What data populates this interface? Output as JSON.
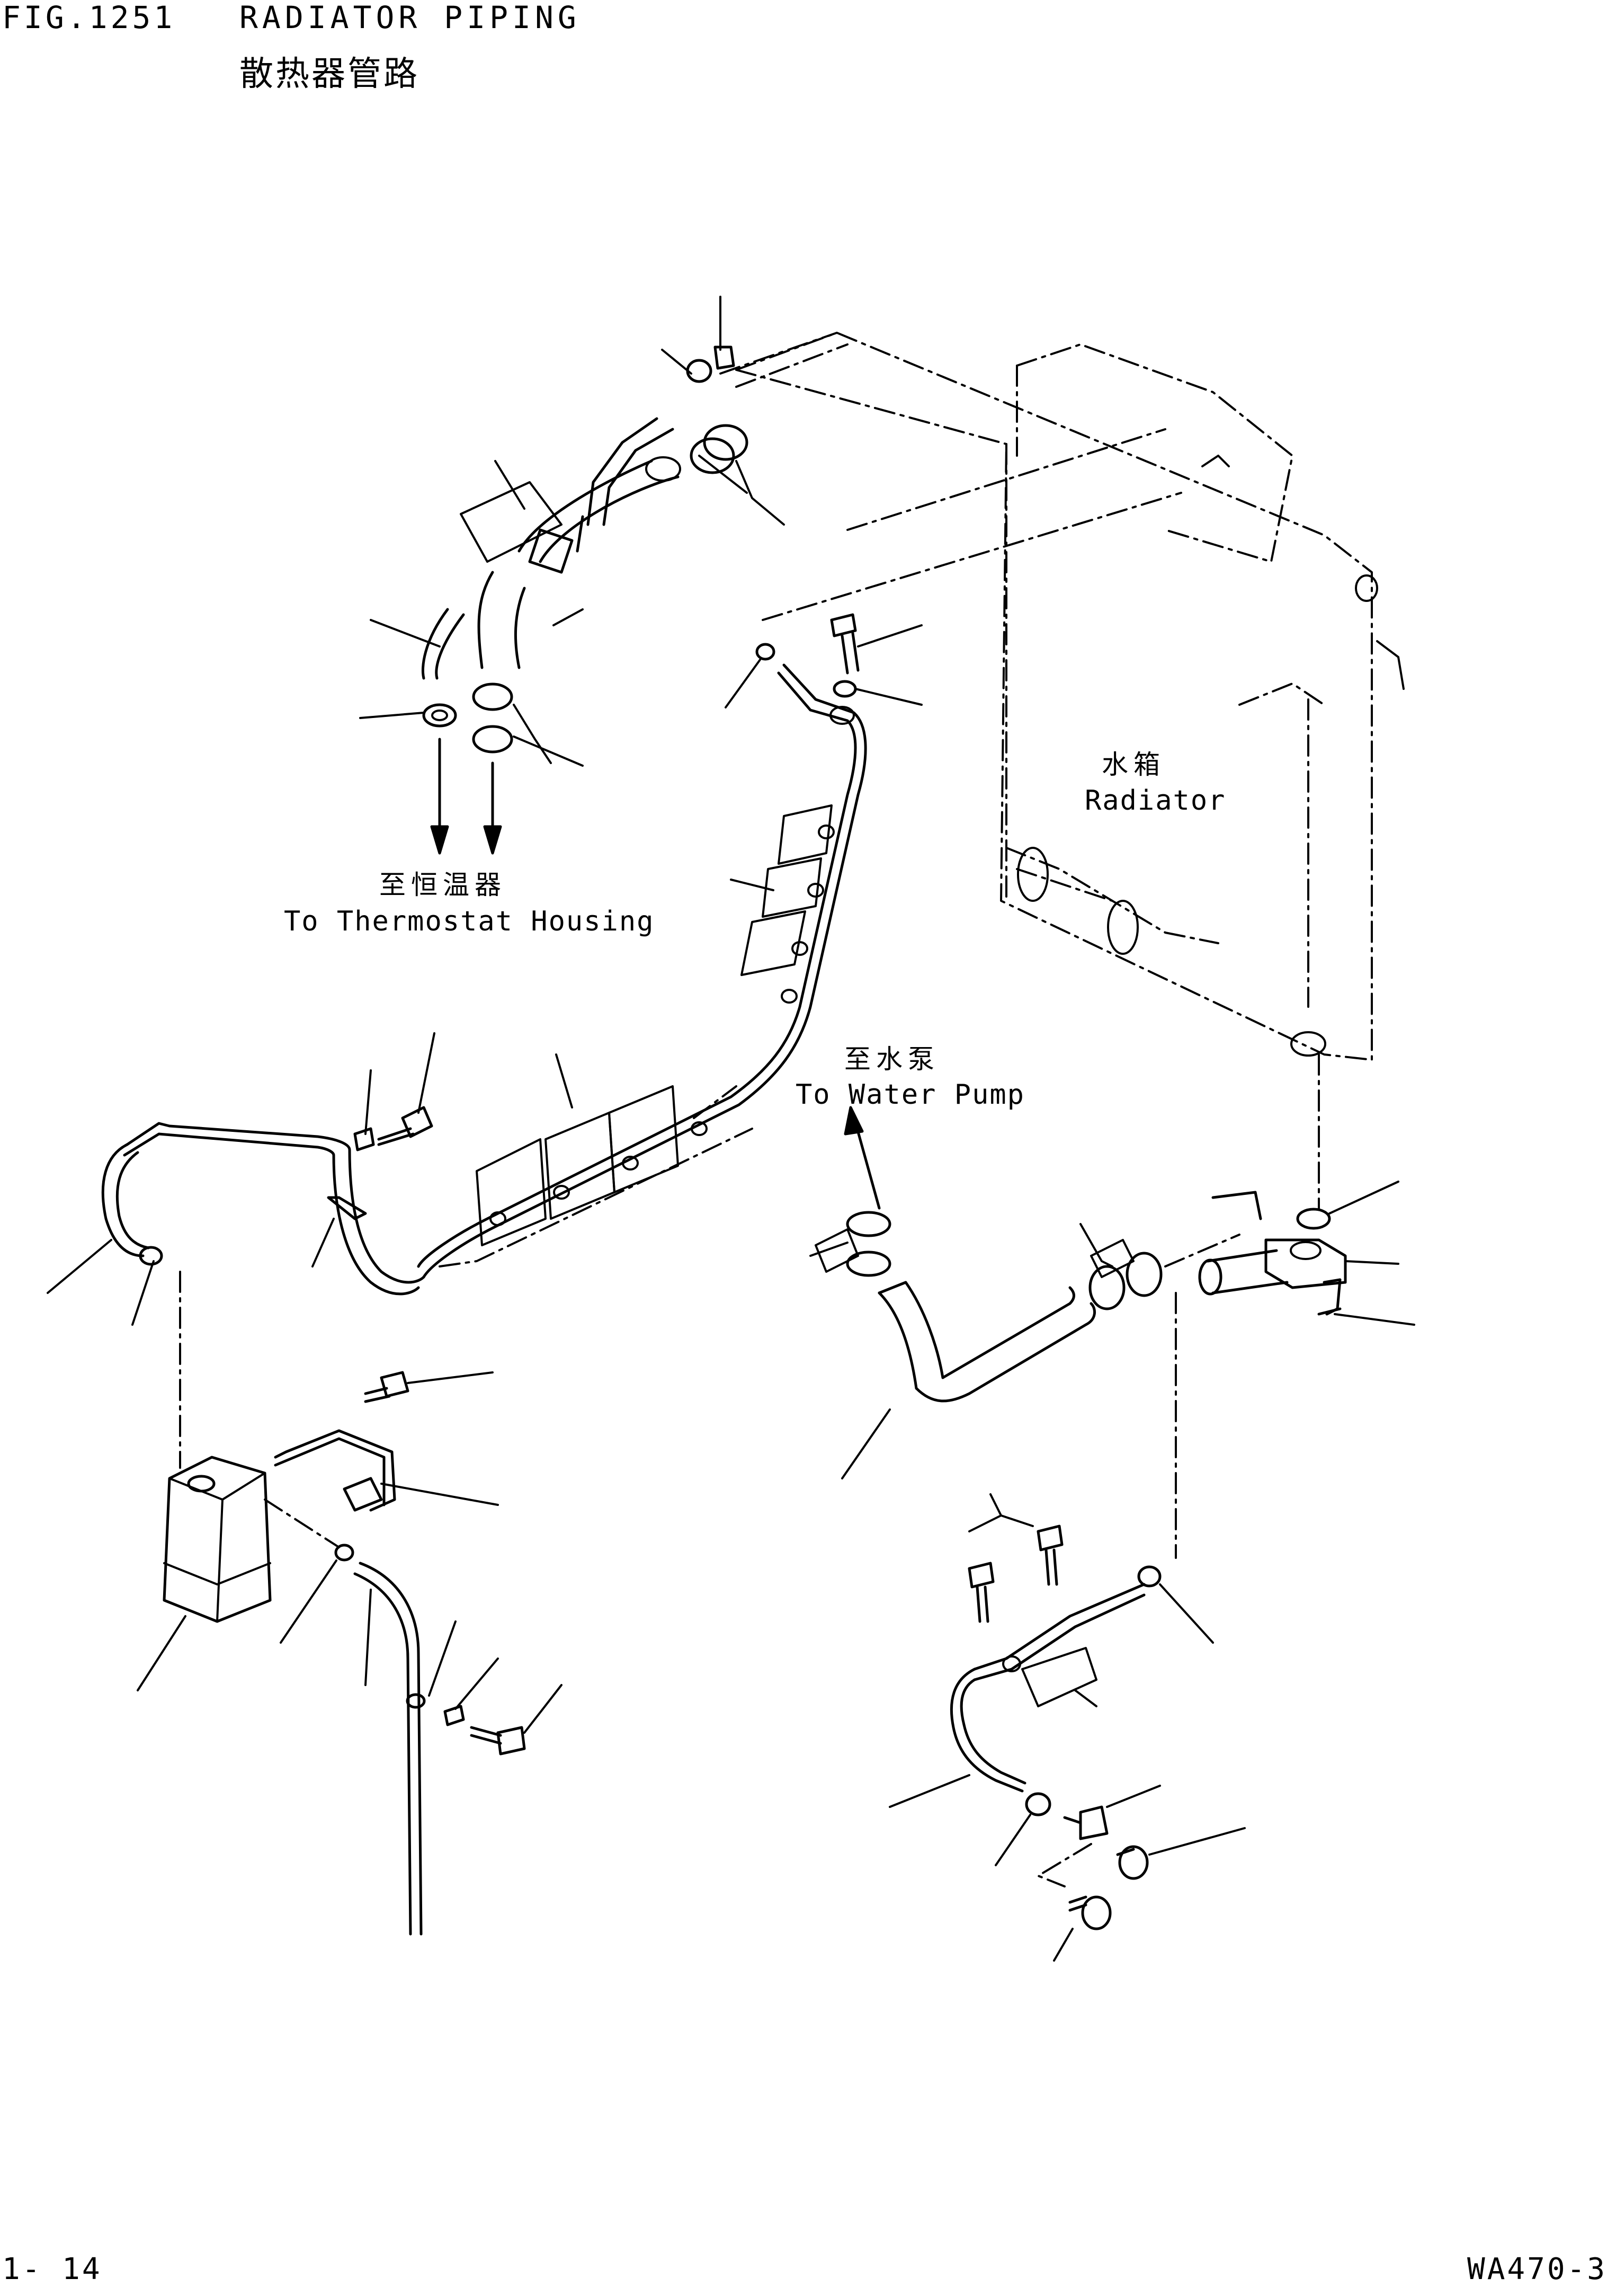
{
  "header": {
    "fig": "FIG.1251",
    "title": "RADIATOR PIPING",
    "title_cn": "散热器管路"
  },
  "labels": {
    "radiator_cn": "水箱",
    "radiator_en": "Radiator",
    "thermostat_cn": "至恒温器",
    "thermostat_en": "To Thermostat Housing",
    "pump_cn": "至水泵",
    "pump_en": "To Water Pump"
  },
  "footer": {
    "page": "1- 14",
    "model": "WA470-3"
  }
}
